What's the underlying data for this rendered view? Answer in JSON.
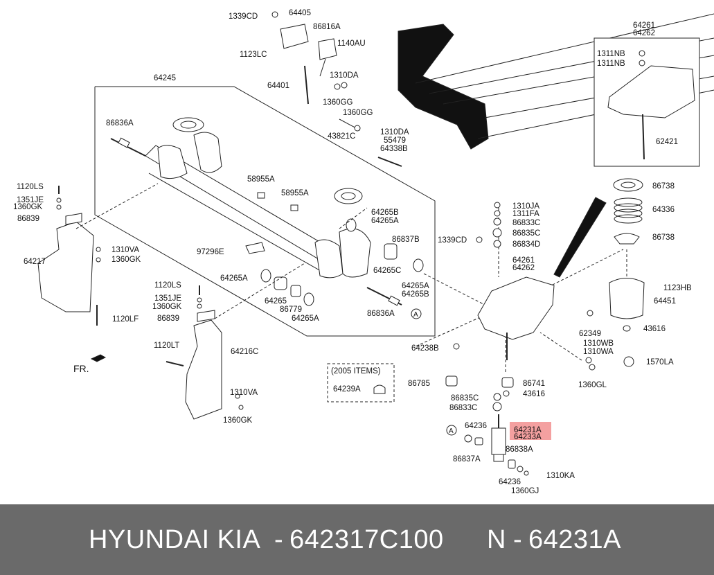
{
  "diagram": {
    "direction_label": "FR.",
    "items_box_title": "(2005 ITEMS)",
    "callouts": [
      {
        "id": "c1",
        "text": "1339CD"
      },
      {
        "id": "c2",
        "text": "64405"
      },
      {
        "id": "c3",
        "text": "86816A"
      },
      {
        "id": "c4",
        "text": "1140AU"
      },
      {
        "id": "c5",
        "text": "1123LC"
      },
      {
        "id": "c6",
        "text": "64401"
      },
      {
        "id": "c7",
        "text": "1310DA"
      },
      {
        "id": "c8",
        "text": "1360GG"
      },
      {
        "id": "c9",
        "text": "1360GG"
      },
      {
        "id": "c10",
        "text": "43821C"
      },
      {
        "id": "c11",
        "text": "1310DA"
      },
      {
        "id": "c12",
        "text": "55479"
      },
      {
        "id": "c13",
        "text": "64338B"
      },
      {
        "id": "c14",
        "text": "64245"
      },
      {
        "id": "c15",
        "text": "86836A"
      },
      {
        "id": "c16",
        "text": "58955A"
      },
      {
        "id": "c17",
        "text": "58955A"
      },
      {
        "id": "c18",
        "text": "64265B"
      },
      {
        "id": "c19",
        "text": "64265A"
      },
      {
        "id": "c20",
        "text": "86837B"
      },
      {
        "id": "c21",
        "text": "64265C"
      },
      {
        "id": "c22",
        "text": "97296E"
      },
      {
        "id": "c23",
        "text": "64265A"
      },
      {
        "id": "c24",
        "text": "64265"
      },
      {
        "id": "c25",
        "text": "86779"
      },
      {
        "id": "c26",
        "text": "64265A"
      },
      {
        "id": "c27",
        "text": "64265A"
      },
      {
        "id": "c28",
        "text": "64265B"
      },
      {
        "id": "c29",
        "text": "86836A"
      },
      {
        "id": "c30",
        "text": "1120LS"
      },
      {
        "id": "c31",
        "text": "1351JE"
      },
      {
        "id": "c32",
        "text": "1360GK"
      },
      {
        "id": "c33",
        "text": "86839"
      },
      {
        "id": "c34",
        "text": "1310VA"
      },
      {
        "id": "c35",
        "text": "1360GK"
      },
      {
        "id": "c36",
        "text": "64217"
      },
      {
        "id": "c37",
        "text": "1120LF"
      },
      {
        "id": "c38",
        "text": "1120LS"
      },
      {
        "id": "c39",
        "text": "1351JE"
      },
      {
        "id": "c40",
        "text": "1360GK"
      },
      {
        "id": "c41",
        "text": "86839"
      },
      {
        "id": "c42",
        "text": "1120LT"
      },
      {
        "id": "c43",
        "text": "64216C"
      },
      {
        "id": "c44",
        "text": "1310VA"
      },
      {
        "id": "c45",
        "text": "1360GK"
      },
      {
        "id": "c46",
        "text": "64239A"
      },
      {
        "id": "c47",
        "text": "64261"
      },
      {
        "id": "c48",
        "text": "64262"
      },
      {
        "id": "c49",
        "text": "1311NB"
      },
      {
        "id": "c50",
        "text": "1311NB"
      },
      {
        "id": "c51",
        "text": "62421"
      },
      {
        "id": "c52",
        "text": "86738"
      },
      {
        "id": "c53",
        "text": "64336"
      },
      {
        "id": "c54",
        "text": "86738"
      },
      {
        "id": "c55",
        "text": "1310JA"
      },
      {
        "id": "c56",
        "text": "1311FA"
      },
      {
        "id": "c57",
        "text": "86833C"
      },
      {
        "id": "c58",
        "text": "86835C"
      },
      {
        "id": "c59",
        "text": "86834D"
      },
      {
        "id": "c60",
        "text": "1339CD"
      },
      {
        "id": "c61",
        "text": "64261"
      },
      {
        "id": "c62",
        "text": "64262"
      },
      {
        "id": "c63",
        "text": "1123HB"
      },
      {
        "id": "c64",
        "text": "64451"
      },
      {
        "id": "c65",
        "text": "43616"
      },
      {
        "id": "c66",
        "text": "62349"
      },
      {
        "id": "c67",
        "text": "1310WB"
      },
      {
        "id": "c68",
        "text": "1310WA"
      },
      {
        "id": "c69",
        "text": "1570LA"
      },
      {
        "id": "c70",
        "text": "1360GL"
      },
      {
        "id": "c71",
        "text": "64238B"
      },
      {
        "id": "c72",
        "text": "86785"
      },
      {
        "id": "c73",
        "text": "86741"
      },
      {
        "id": "c74",
        "text": "86835C"
      },
      {
        "id": "c75",
        "text": "43616"
      },
      {
        "id": "c76",
        "text": "86833C"
      },
      {
        "id": "c77",
        "text": "64236"
      },
      {
        "id": "c78",
        "text": "64231A"
      },
      {
        "id": "c79",
        "text": "64233A"
      },
      {
        "id": "c80",
        "text": "86837A"
      },
      {
        "id": "c81",
        "text": "86838A"
      },
      {
        "id": "c82",
        "text": "64236"
      },
      {
        "id": "c83",
        "text": "1310KA"
      },
      {
        "id": "c84",
        "text": "1360GJ"
      }
    ],
    "circle_refs": [
      "A",
      "A"
    ],
    "highlight_color": "#f08080"
  },
  "footer": {
    "brand": "HYUNDAI  KIA",
    "separator": "-",
    "part_number": "642317C100",
    "ref_prefix": "N",
    "ref_separator": "-",
    "ref_code": "64231A",
    "background": "#6a6a6a"
  }
}
